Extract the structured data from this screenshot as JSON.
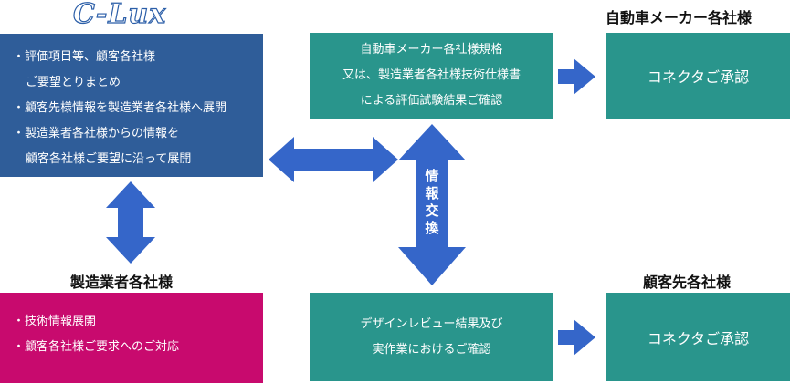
{
  "logo": {
    "text": "C-Lux"
  },
  "clux_box": {
    "lines": [
      "・評価項目等、顧客各社様",
      "ご要望とりまとめ",
      "・顧客先様情報を製造業者各社様へ展開",
      "・製造業者各社様からの情報を",
      "顧客各社様ご要望に沿って展開"
    ]
  },
  "manufacturer": {
    "heading": "製造業者各社様",
    "lines": [
      "・技術情報展開",
      "・顧客各社様ご要求へのご対応"
    ]
  },
  "automaker": {
    "heading": "自動車メーカー各社様",
    "spec_lines": [
      "自動車メーカー各社様規格",
      "又は、製造業者各社様技術仕様書",
      "による評価試験結果ご確認"
    ],
    "approval": "コネクタご承認"
  },
  "customer": {
    "heading": "顧客先各社様",
    "review_lines": [
      "デザインレビュー結果及び",
      "実作業におけるご確認"
    ],
    "approval": "コネクタご承認"
  },
  "exchange_label": [
    "情",
    "報",
    "交",
    "換"
  ],
  "colors": {
    "blue": "#2f5d99",
    "pink": "#c80a6e",
    "teal": "#29958c",
    "arrow": "#3566c9"
  }
}
